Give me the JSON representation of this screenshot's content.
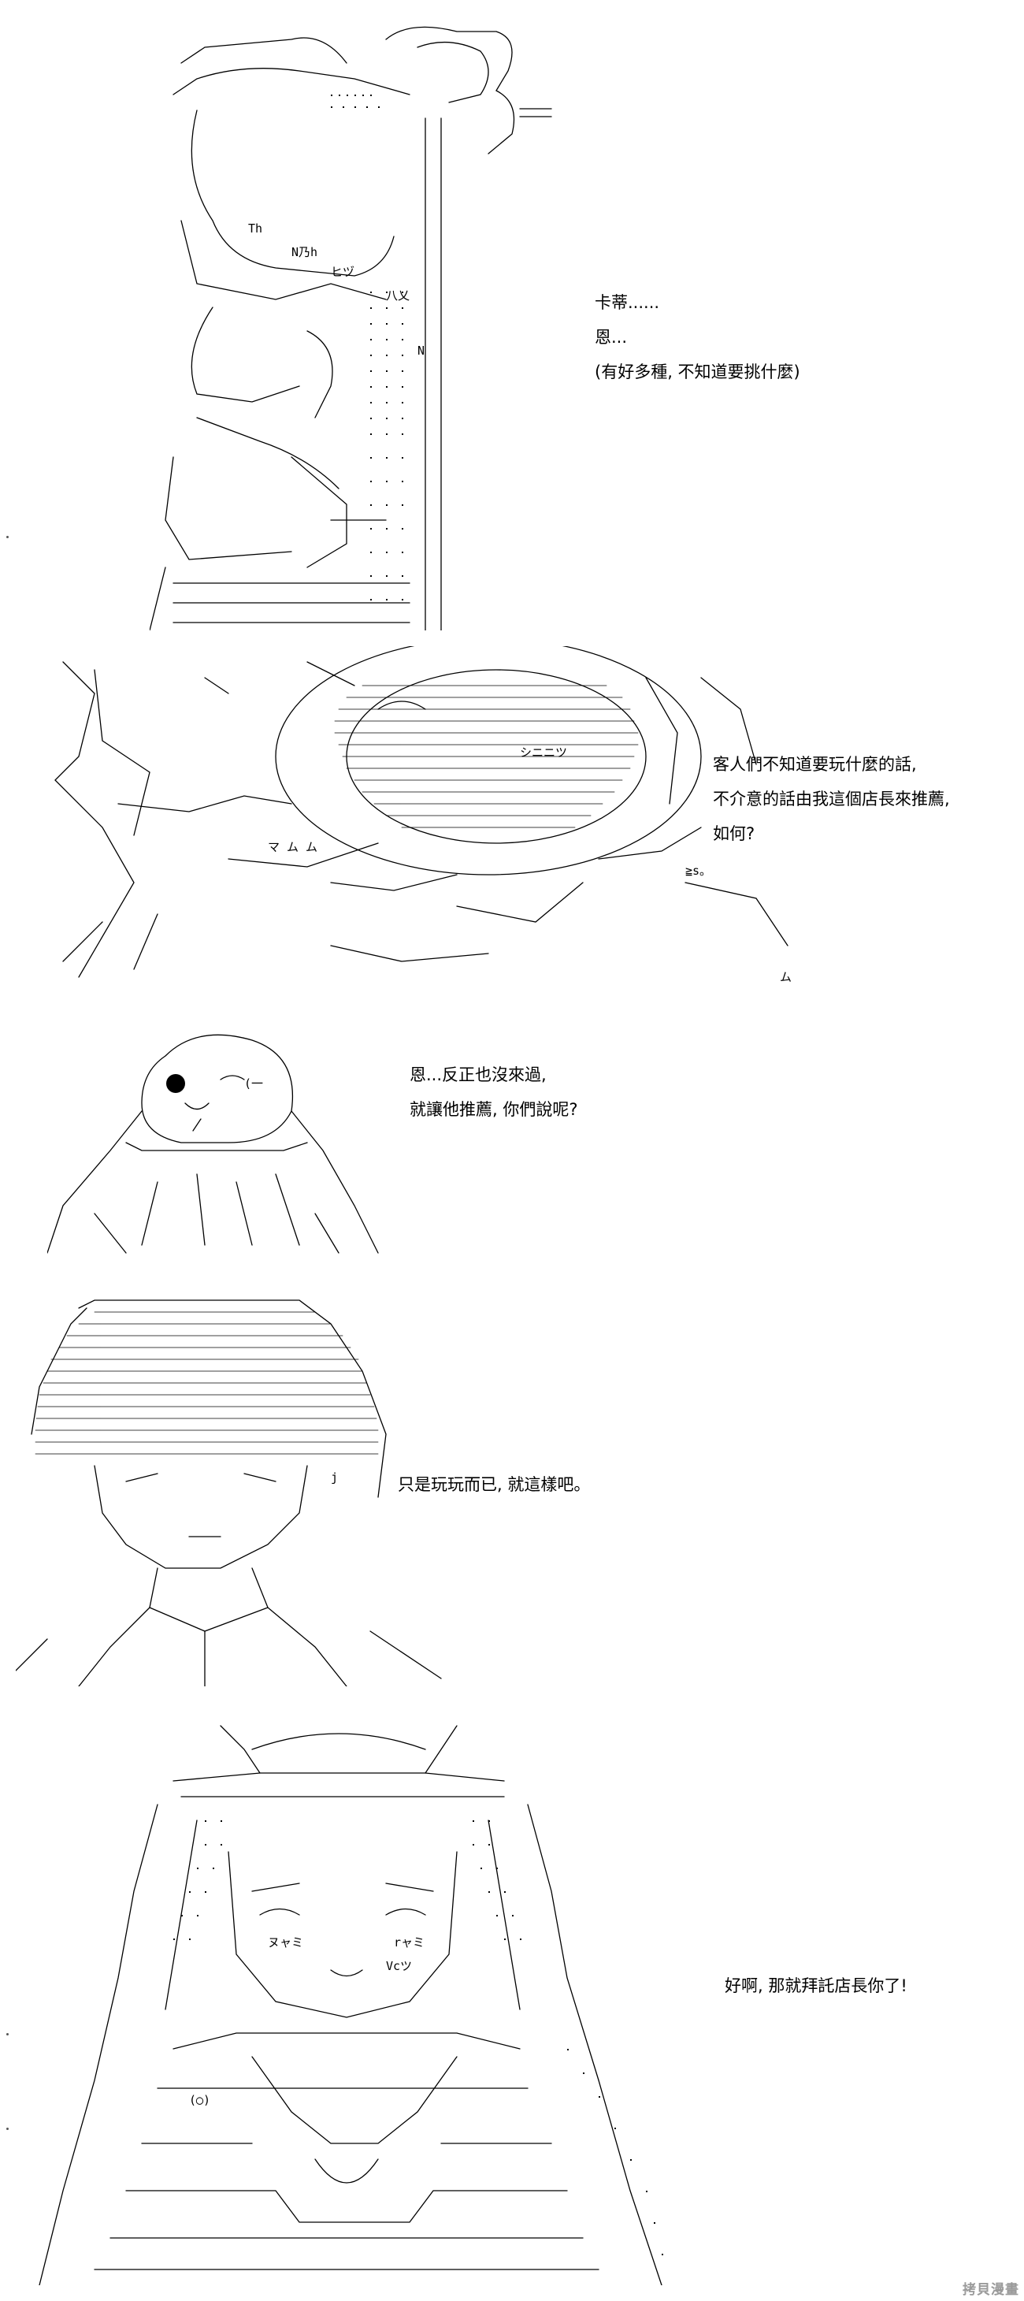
{
  "panels": [
    {
      "id": "panel-1",
      "lines": [
        "卡蒂......",
        "恩...",
        "(有好多種, 不知道要挑什麼)"
      ]
    },
    {
      "id": "panel-2",
      "lines": [
        "客人們不知道要玩什麼的話,",
        "不介意的話由我這個店長來推薦,",
        "如何?"
      ]
    },
    {
      "id": "panel-3",
      "lines": [
        "恩...反正也沒來過,",
        "就讓他推薦, 你們說呢?"
      ]
    },
    {
      "id": "panel-4",
      "lines": [
        "只是玩玩而已, 就這樣吧。"
      ]
    },
    {
      "id": "panel-5",
      "lines": [
        "好啊, 那就拜託店長你了!"
      ]
    }
  ],
  "art_text": {
    "p1_a": "Th",
    "p1_b": "N乃h",
    "p1_c": "ヒヅ",
    "p1_d": "八乂",
    "p1_e": "N",
    "p2_a": "シニニツ",
    "p2_b": "マ ム ム",
    "p2_c": "≧s。",
    "p2_d": "ム",
    "p3_a": "(一",
    "p4_a": "j",
    "p5_a": "ヌャミ",
    "p5_b": "rャミ",
    "p5_c": "Vcツ",
    "p5_d": "(◯)"
  },
  "watermark": "拷貝漫畫"
}
